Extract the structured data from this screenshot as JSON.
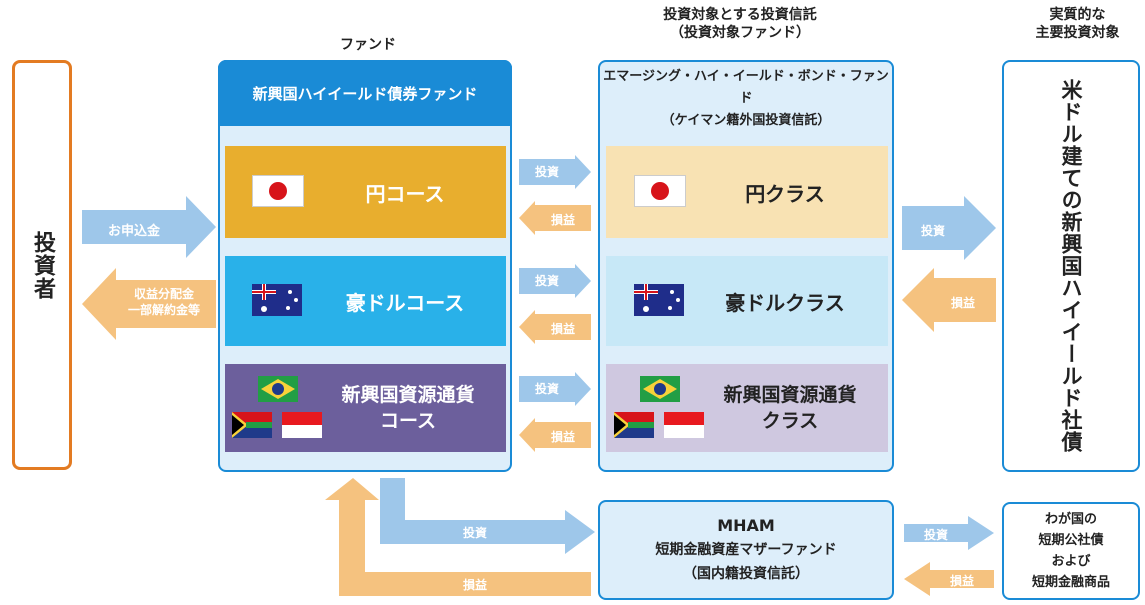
{
  "colors": {
    "blue_dark": "#1a8bd6",
    "blue_light_bg": "#ddeefa",
    "orange": "#e37b22",
    "gold": "#e8ae2e",
    "cyan": "#29b1e9",
    "purple": "#6c5f9c",
    "gold_light": "#f8e2b3",
    "cyan_light": "#c7e8f7",
    "purple_light": "#cfc8e0",
    "arrow_blue": "#9ec7ea",
    "arrow_orange": "#f5c27f"
  },
  "headers": {
    "fund": "ファンド",
    "target_trust_line1": "投資対象とする投資信託",
    "target_trust_line2": "（投資対象ファンド）",
    "main_target_line1": "実質的な",
    "main_target_line2": "主要投資対象"
  },
  "investor": {
    "label": "投資者"
  },
  "arrows_investor": {
    "subscription": "お申込金",
    "distribution_line1": "収益分配金",
    "distribution_line2": "一部解約金等"
  },
  "fund": {
    "title": "新興国ハイイールド債券ファンド",
    "courses": [
      {
        "label": "円コース",
        "icon": "japan-flag"
      },
      {
        "label": "豪ドルコース",
        "icon": "australia-flag"
      },
      {
        "label_line1": "新興国資源通貨",
        "label_line2": "コース",
        "icons": [
          "brazil-flag",
          "south-africa-flag",
          "indonesia-flag"
        ]
      }
    ]
  },
  "mid_arrows": {
    "invest": "投資",
    "pnl": "損益"
  },
  "target_fund": {
    "title_line1": "エマージング・ハイ・イールド・ボンド・ファンド",
    "title_line2": "（ケイマン籍外国投資信託）",
    "classes": [
      {
        "label": "円クラス"
      },
      {
        "label": "豪ドルクラス"
      },
      {
        "label_line1": "新興国資源通貨",
        "label_line2": "クラス"
      }
    ]
  },
  "main_target": {
    "label": "米ドル建ての新興国ハイイールド社債"
  },
  "mham": {
    "line1": "MHAM",
    "line2": "短期金融資産マザーファンド",
    "line3": "（国内籍投資信託）"
  },
  "short_term": {
    "line1": "わが国の",
    "line2": "短期公社債",
    "line3": "および",
    "line4": "短期金融商品"
  }
}
